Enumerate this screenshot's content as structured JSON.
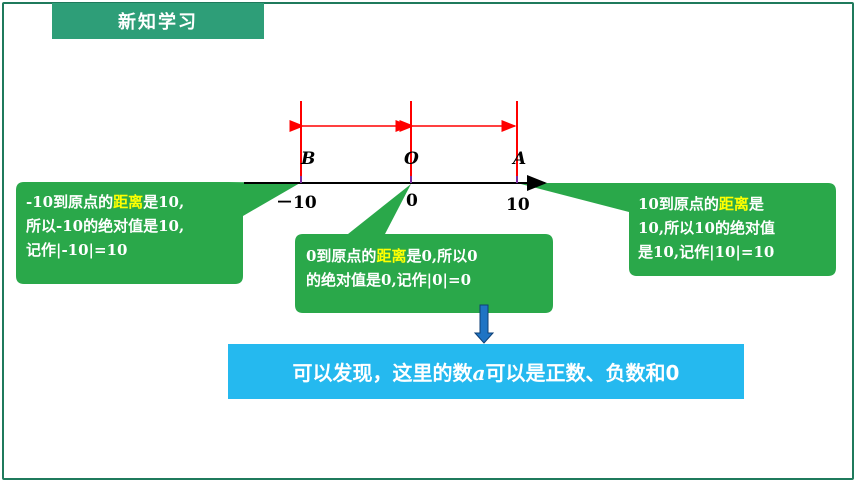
{
  "header": {
    "title": "新知学习"
  },
  "number_line": {
    "points": [
      {
        "name": "B",
        "tick_label": "－10"
      },
      {
        "name": "O",
        "tick_label": "0"
      },
      {
        "name": "A",
        "tick_label": "10"
      }
    ]
  },
  "callouts": {
    "left": {
      "line1_pre": "-10到原点的",
      "highlight": "距离",
      "line1_post": "是10,",
      "rest": "所以-10的绝对值是10,\n记作|-10|=10"
    },
    "middle": {
      "line1_pre": "0到原点的",
      "highlight": "距离",
      "line1_post": "是0,所以0",
      "rest": "的绝对值是0,记作|0|=0"
    },
    "right": {
      "line1_pre": "10到原点的",
      "highlight": "距离",
      "line1_post": "是",
      "rest": "10,所以10的绝对值\n是10,记作|10|=10"
    }
  },
  "conclusion": {
    "pre": "可以发现，这里的数",
    "var": "a",
    "post": "可以是正数、负数和0"
  },
  "colors": {
    "callout_fill": "#2aa84a",
    "highlight": "#ffff00",
    "conclusion_fill": "#25b9ef",
    "title_fill": "#2e9e78",
    "distance_lines": "#ff0000",
    "down_arrow": "#1f74c4"
  }
}
